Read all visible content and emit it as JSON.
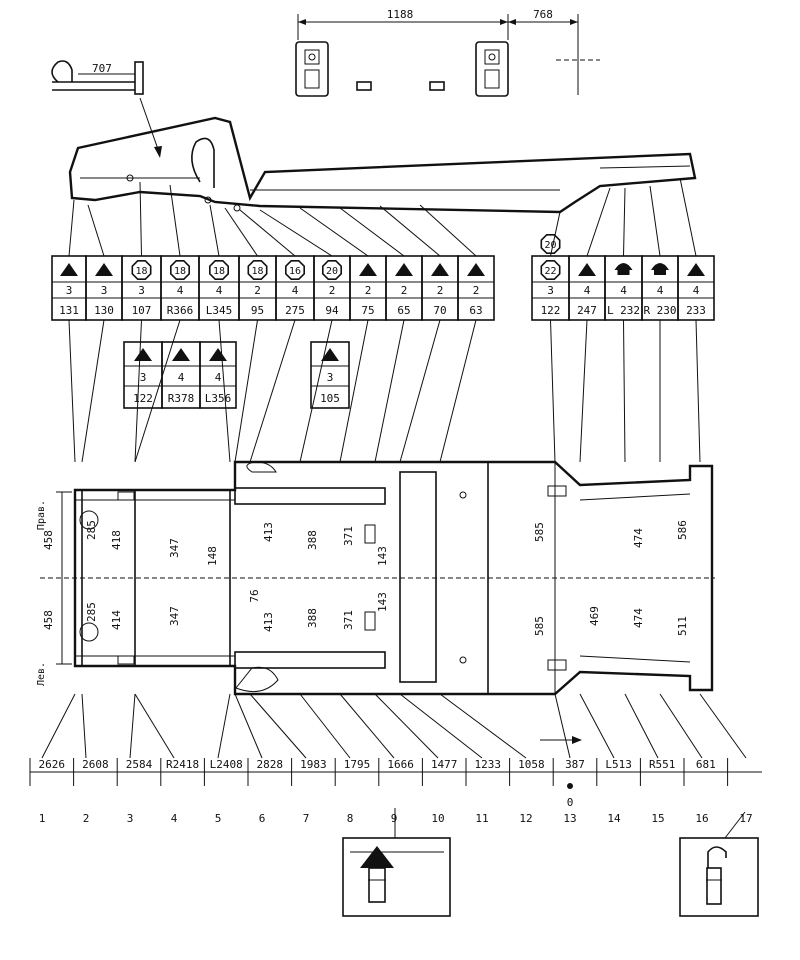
{
  "top_dims": [
    "1188",
    "768"
  ],
  "bracket_dim": "707",
  "upper_table": {
    "cells": [
      {
        "sym": "tri",
        "count": "3",
        "code": "131"
      },
      {
        "sym": "tri",
        "count": "3",
        "code": "130"
      },
      {
        "sym": "hex",
        "hex": "18",
        "count": "3",
        "code": "107"
      },
      {
        "sym": "hex",
        "hex": "18",
        "count": "4",
        "code": "R366"
      },
      {
        "sym": "hex",
        "hex": "18",
        "count": "4",
        "code": "L345"
      },
      {
        "sym": "hex",
        "hex": "18",
        "count": "2",
        "code": "95"
      },
      {
        "sym": "hex",
        "hex": "16",
        "count": "4",
        "code": "275"
      },
      {
        "sym": "hex",
        "hex": "20",
        "count": "2",
        "code": "94"
      },
      {
        "sym": "tri",
        "count": "2",
        "code": "75"
      },
      {
        "sym": "tri",
        "count": "2",
        "code": "65"
      },
      {
        "sym": "tri",
        "count": "2",
        "code": "70"
      },
      {
        "sym": "tri",
        "count": "2",
        "code": "63"
      },
      {
        "sym": "hex",
        "hex": "22",
        "hex_above": "20",
        "count": "3",
        "code": "122"
      },
      {
        "sym": "tri",
        "count": "4",
        "code": "247"
      },
      {
        "sym": "mount",
        "count": "4",
        "code": "L 232"
      },
      {
        "sym": "mount",
        "count": "4",
        "code": "R 230"
      },
      {
        "sym": "tri",
        "count": "4",
        "code": "233"
      }
    ]
  },
  "sub_table_a": [
    {
      "count": "3",
      "code": "122"
    },
    {
      "count": "4",
      "code": "R378"
    },
    {
      "count": "4",
      "code": "L356"
    }
  ],
  "sub_table_b": [
    {
      "count": "3",
      "code": "105"
    }
  ],
  "side_labels": {
    "right": "Прав.",
    "left": "Лев."
  },
  "plan_dims": {
    "left_block": [
      "458",
      "458",
      "285",
      "285",
      "418",
      "414"
    ],
    "center": [
      "347",
      "347",
      "148",
      "76",
      "413",
      "413",
      "388",
      "388",
      "371",
      "371",
      "143",
      "143"
    ],
    "right": [
      "585",
      "585",
      "469",
      "474",
      "474",
      "586",
      "511"
    ]
  },
  "bottom_row": [
    "2626",
    "2608",
    "2584",
    "R2418",
    "L2408",
    "2828",
    "1983",
    "1795",
    "1666",
    "1477",
    "1233",
    "1058",
    "387",
    "L513",
    "R551",
    "681"
  ],
  "zero": "0",
  "numbers": [
    "1",
    "2",
    "3",
    "4",
    "5",
    "6",
    "7",
    "8",
    "9",
    "10",
    "11",
    "12",
    "13",
    "14",
    "15",
    "16",
    "17"
  ]
}
